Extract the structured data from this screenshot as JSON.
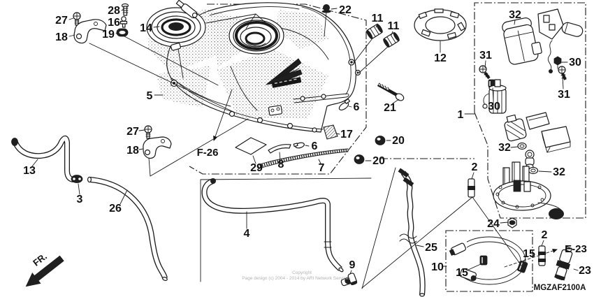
{
  "diagram": {
    "code": "MGZAF2100A",
    "front_marker": "FR.",
    "watermark_line1": "Copyright",
    "watermark_line2": "Page design (c) 2004 - 2014 by ARI Network Services",
    "line_color": "#1a1a1a",
    "background_color": "#ffffff",
    "watermark_color": "#b3b3b3"
  },
  "references": {
    "fuel_valve_page": "F-26",
    "fuel_joint_page": "E-23"
  },
  "part_labels": [
    {
      "text": "27"
    },
    {
      "text": "28"
    },
    {
      "text": "16"
    },
    {
      "text": "19"
    },
    {
      "text": "18"
    },
    {
      "text": "14"
    },
    {
      "text": "22"
    },
    {
      "text": "11"
    },
    {
      "text": "11"
    },
    {
      "text": "12"
    },
    {
      "text": "32"
    },
    {
      "text": "31"
    },
    {
      "text": "30"
    },
    {
      "text": "31"
    },
    {
      "text": "30"
    },
    {
      "text": "1"
    },
    {
      "text": "32"
    },
    {
      "text": "32"
    },
    {
      "text": "2"
    },
    {
      "text": "21"
    },
    {
      "text": "20"
    },
    {
      "text": "20"
    },
    {
      "text": "6"
    },
    {
      "text": "17"
    },
    {
      "text": "6"
    },
    {
      "text": "7"
    },
    {
      "text": "8"
    },
    {
      "text": "29"
    },
    {
      "text": "5"
    },
    {
      "text": "27"
    },
    {
      "text": "18"
    },
    {
      "text": "13"
    },
    {
      "text": "3"
    },
    {
      "text": "26"
    },
    {
      "text": "4"
    },
    {
      "text": "9"
    },
    {
      "text": "25"
    },
    {
      "text": "10"
    },
    {
      "text": "15"
    },
    {
      "text": "15"
    },
    {
      "text": "24"
    },
    {
      "text": "2"
    },
    {
      "text": "23"
    }
  ]
}
